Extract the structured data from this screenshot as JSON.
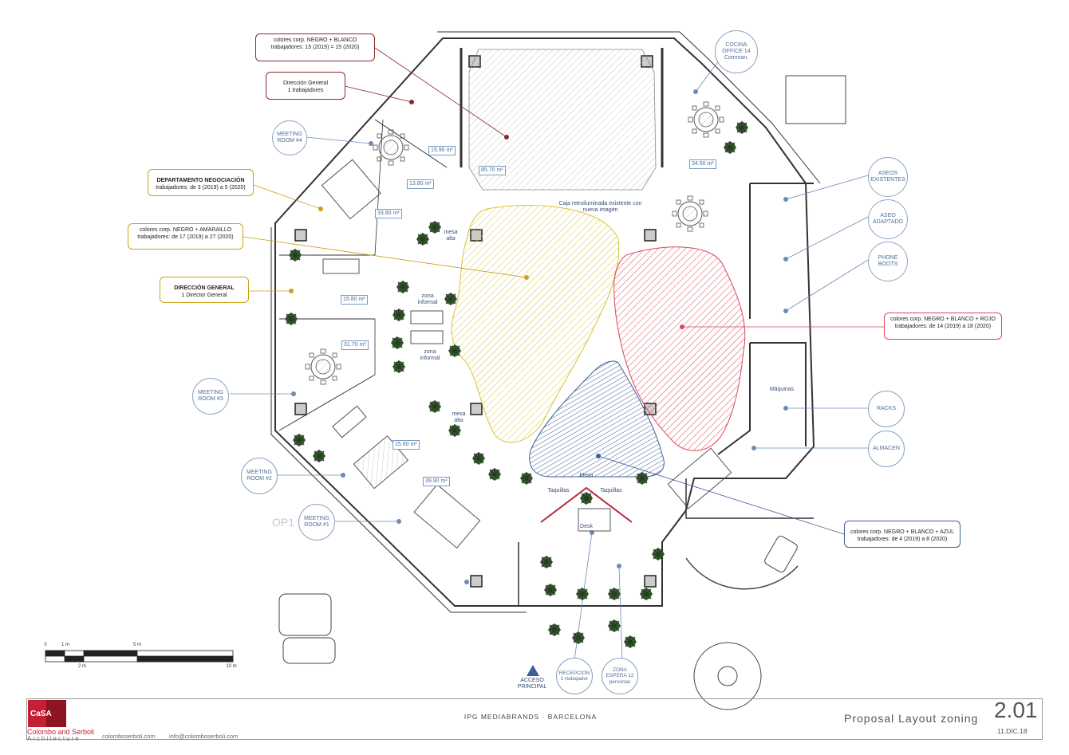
{
  "callouts": {
    "top_left": {
      "line1": "colores corp. NEGRO + BLANCO",
      "line2": "trabajadores: 15 (2019) = 15 (2020)"
    },
    "direccion_top": {
      "line1": "Dirección General",
      "line2": "1 trabajadores"
    },
    "negociacion": {
      "line1": "DEPARTAMENTO NEGOCIACIÓN",
      "line2": "trabajadores: de 3 (2019) a 5 (2020)"
    },
    "amarillo": {
      "line1": "colores corp. NEGRO + AMARAILLO",
      "line2": "trabajadores: de 17 (2019) a 27 (2020)"
    },
    "direccion_general": {
      "line1": "DIRECCIÓN GENERAL",
      "line2": "1 Director General"
    },
    "rojo": {
      "line1": "colores corp. NEGRO + BLANCO + ROJO",
      "line2": "trabajadores: de 14 (2019) a 18 (2020)"
    },
    "azul": {
      "line1": "colores corp. NEGRO + BLANCO + AZUL",
      "line2": "trabajadores: de 4 (2019) a 8 (2020)"
    }
  },
  "circles": {
    "meeting4": "MEETING ROOM #4",
    "meeting3": "MEETING ROOM #3",
    "meeting2": "MEETING ROOM #2",
    "meeting1": "MEETING ROOM #1",
    "cocina": "COCINA OFFICE 14 Comman.",
    "aseos": "ASEOS EXISTENTES",
    "aseo_adaptado": "ASEO ADAPTADO",
    "phone": "PHONE BOOTS",
    "racks": "RACKS",
    "almacen": "ALMACEN",
    "recepcion": "RECEPCION 1 rtabajador",
    "zona_espera": "ZONA ESPERA 12 personas"
  },
  "areas": {
    "a1": "15.90 m²",
    "a2": "85.70 m²",
    "a3": "13.80 m²",
    "a4": "33.80 m²",
    "a5": "15.80 m²",
    "a6": "31.70 m²",
    "a7": "15.80 m²",
    "a8": "39.90 m²",
    "a9": "34.50 m²"
  },
  "plan_labels": {
    "caja": "Caja retroiluminada existente con nueva imagen",
    "mesa_alta": "mesa alta",
    "zona_informal": "zona informal",
    "maquinas": "Máquinas",
    "mesa": "Mesa",
    "taquillas": "Taquillas",
    "desk": "Desk",
    "acceso": "ACCESO PRINCIPAL",
    "op1": "OP1"
  },
  "scale": {
    "t0": "0",
    "t1": "1 m",
    "t2": "2 m",
    "t5": "5 m",
    "t10": "10 m"
  },
  "footer": {
    "logo_top": "CaSA",
    "logo_name": "Colombo and Serboli",
    "logo_sub": "Architecture",
    "web": "colomboserboli.com",
    "email": "info@colomboserboli.com",
    "project": "IPG MEDIABRANDS · BARCELONA",
    "title": "Proposal Layout zoning",
    "number": "2.01",
    "date": "11.DIC.18"
  },
  "colors": {
    "yellow": "#d8c23a",
    "red": "#d9475a",
    "blue": "#3e5f96",
    "grey": "#9a9a9a",
    "plant": "#2f4f2a",
    "callout_red": "#8a2a2a",
    "callout_gold": "#c9a21a",
    "label_blue": "#4f6f9c"
  },
  "icons": [
    "plant-icon",
    "round-table-icon",
    "column-icon",
    "scale-bar-icon",
    "north-triangle-icon"
  ]
}
